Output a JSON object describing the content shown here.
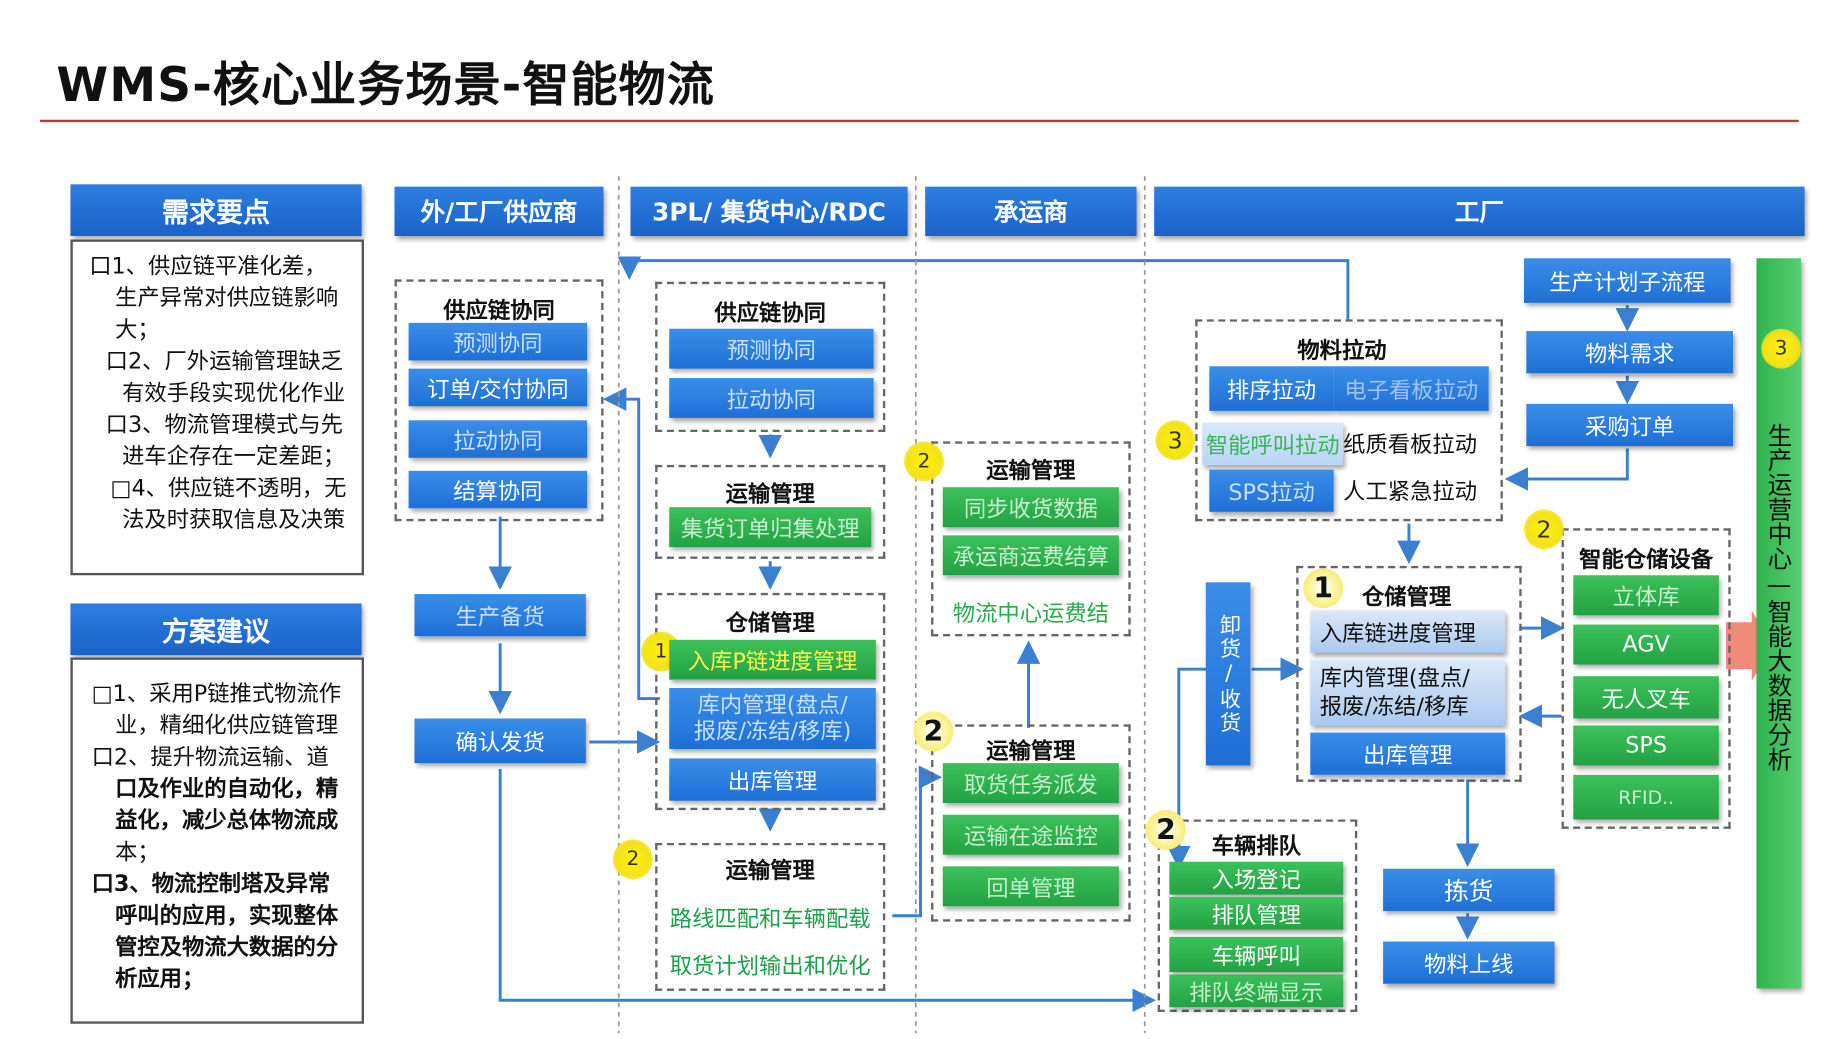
{
  "title": "WMS-核心业务场景-智能物流",
  "left": {
    "demand_header": "需求要点",
    "demand_items": [
      "口1、供应链平准化差，",
      "生产异常对供应链影响",
      "大；",
      "口2、厂外运输管理缺乏",
      "有效手段实现优化作业",
      "口3、物流管理模式与先",
      "进车企存在一定差距；",
      "□4、供应链不透明，无",
      "法及时获取信息及决策"
    ],
    "solution_header": "方案建议",
    "solution_items": [
      "□1、采用P链推式物流作",
      "业，精细化供应链管理",
      "口2、提升物流运输、道",
      "口及作业的自动化，精",
      "益化，减少总体物流成",
      "本；",
      "口3、物流控制塔及异常",
      "呼叫的应用，实现整体",
      "管控及物流大数据的分",
      "析应用；"
    ]
  },
  "columns": {
    "supplier": "外/工厂供应商",
    "tpl": "3PL/ 集货中心/RDC",
    "carrier": "承运商",
    "factory": "工厂"
  },
  "supplier": {
    "collab_title": "供应链协同",
    "collab_items": [
      "预测协同",
      "订单/交付协同",
      "拉动协同",
      "结算协同"
    ],
    "prepare": "生产备货",
    "confirm": "确认发货"
  },
  "tpl": {
    "collab_title": "供应链协同",
    "collab_items": [
      "预测协同",
      "拉动协同"
    ],
    "transport1_title": "运输管理",
    "transport1_item": "集货订单归集处理",
    "warehouse_title": "仓储管理",
    "badge_wh": "1",
    "warehouse_items": [
      "入库P链进度管理",
      "库内管理(盘点/",
      "报废/冻结/移库)",
      "出库管理"
    ],
    "transport2_title": "运输管理",
    "badge_t2": "2",
    "transport2_items": [
      "路线匹配和车辆配载",
      "取货计划输出和优化"
    ]
  },
  "carrier": {
    "t1_title": "运输管理",
    "badge_t1": "2",
    "t1_items": [
      "同步收货数据",
      "承运商运费结算",
      "物流中心运费结"
    ],
    "t2_title": "运输管理",
    "badge_t2": "2",
    "t2_items": [
      "取货任务派发",
      "运输在途监控",
      "回单管理"
    ]
  },
  "factory": {
    "plan_header": "生产计划子流程",
    "plan_items": [
      "物料需求",
      "采购订单"
    ],
    "pull_title": "物料拉动",
    "badge_pull": "3",
    "pull_items": [
      "排序拉动",
      "电子看板拉动",
      "智能呼叫拉动",
      "纸质看板拉动",
      "SPS拉动",
      "人工紧急拉动"
    ],
    "unload": "卸货/收货",
    "wh_title": "仓储管理",
    "badge_wh": "1",
    "wh_items": [
      "入库链进度管理",
      "库内管理(盘点/",
      "报废/冻结/移库",
      "出库管理"
    ],
    "device_title": "智能仓储设备",
    "badge_dev": "2",
    "devices": [
      "立体库",
      "AGV",
      "无人叉车",
      "SPS",
      "RFID.."
    ],
    "queue_title": "车辆排队",
    "badge_queue": "2",
    "queue_items": [
      "入场登记",
      "排队管理",
      "车辆呼叫",
      "排队终端显示"
    ],
    "pick": "拣货",
    "online": "物料上线",
    "ops_center": "生产运营中心—智能大数据分析",
    "badge_ops": "3"
  }
}
